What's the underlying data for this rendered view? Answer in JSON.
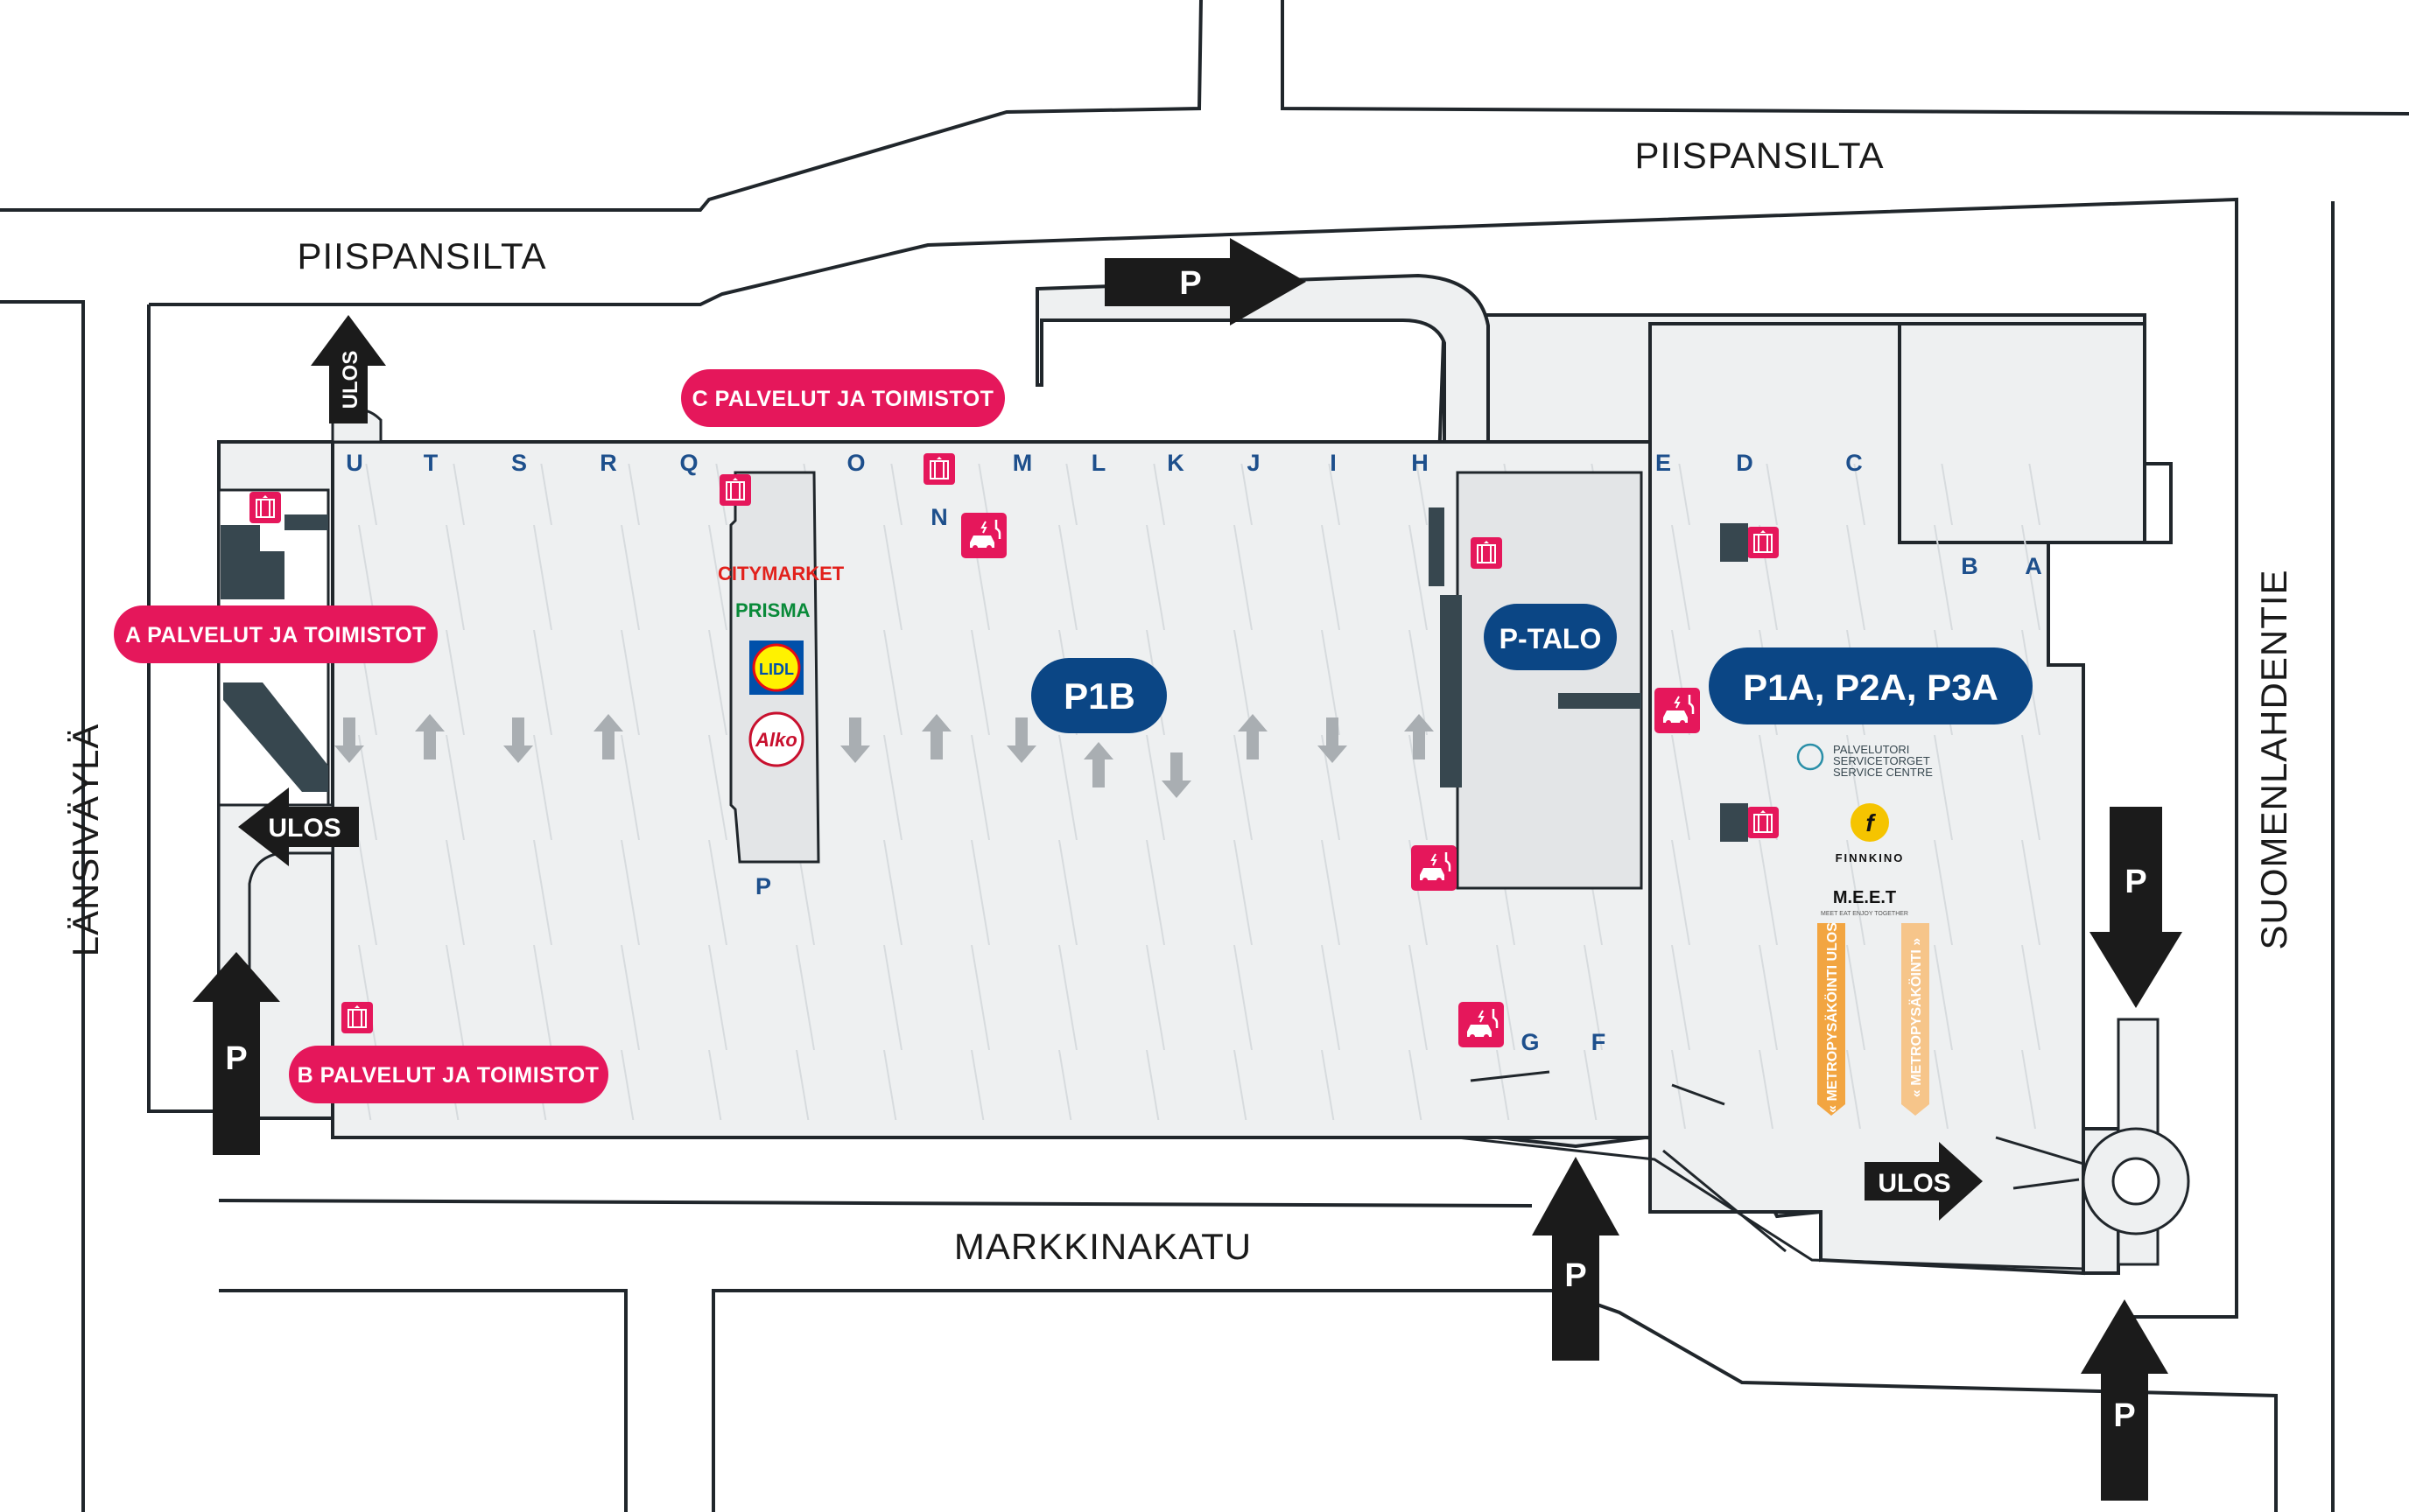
{
  "streets": {
    "piispansilta_top": "PIISPANSILTA",
    "piispansilta_left": "PIISPANSILTA",
    "markkinakatu": "MARKKINAKATU",
    "lansivayla": "LÄNSIVÄYLÄ",
    "suomenlahdentie": "SUOMENLAHDENTIE"
  },
  "service_labels": {
    "a": "A PALVELUT JA TOIMISTOT",
    "b": "B PALVELUT JA TOIMISTOT",
    "c": "C PALVELUT JA TOIMISTOT"
  },
  "zones": {
    "p1b": "P1B",
    "ptalo": "P-TALO",
    "p1a": "P1A, P2A, P3A"
  },
  "exit_label": "ULOS",
  "parking_label": "P",
  "row_letters": {
    "u": "U",
    "t": "T",
    "s": "S",
    "r": "R",
    "q": "Q",
    "o": "O",
    "m": "M",
    "l": "L",
    "k": "K",
    "j": "J",
    "i": "I",
    "h": "H",
    "e": "E",
    "d": "D",
    "c": "C",
    "n": "N",
    "p": "P",
    "b": "B",
    "a": "A",
    "g": "G",
    "f": "F"
  },
  "stores": {
    "citymarket": "CITYMARKET",
    "prisma": "PRISMA",
    "lidl": "LIDL",
    "alko": "Alko",
    "palvelutori_1": "PALVELUTORI",
    "palvelutori_2": "SERVICETORGET",
    "palvelutori_3": "SERVICE CENTRE",
    "finnkino": "FINNKINO",
    "meet": "M.E.E.T",
    "meet_sub": "MEET EAT ENJOY TOGETHER"
  },
  "metro_banners": {
    "out": "« METROPYSÄKÖINTI ULOS",
    "in": "« METROPYSÄKÖINTI »"
  },
  "colors": {
    "pink": "#e5175b",
    "navy": "#0b4685",
    "lot": "#eef0f1",
    "road_outline": "#20262b",
    "dark_slate": "#37474f",
    "orange": "#f2a541"
  },
  "icons": [
    "elevator-icon",
    "ev-charging-icon",
    "exit-arrow-icon",
    "parking-entry-arrow-icon",
    "traffic-direction-arrow-icon"
  ]
}
